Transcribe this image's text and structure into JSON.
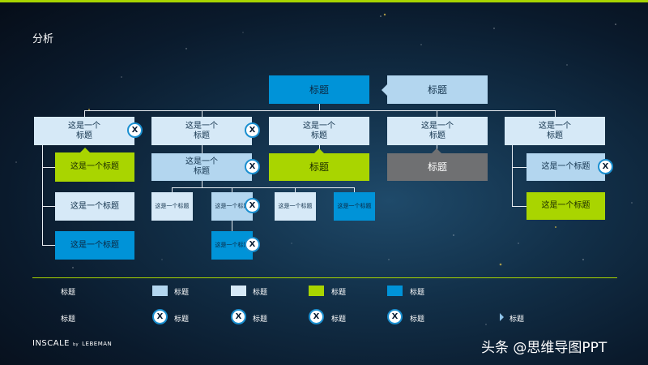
{
  "page": {
    "title": "分析"
  },
  "diagram": {
    "root": "标题",
    "callout": "标题",
    "level1": [
      "这是一个标题",
      "这是一个标题",
      "这是一个标题",
      "这是一个标题",
      "这是一个标题"
    ],
    "col1_children": [
      "这是一个标题",
      "这是一个标题",
      "这是一个标题"
    ],
    "col2_child": "这是一个标题",
    "col2_grandchildren": [
      "这是一个标题",
      "这是一个标题",
      "这是一个标题",
      "这是一个标题"
    ],
    "col2_great": "这是一个标题",
    "col3_child": "标题",
    "col4_child": "标题",
    "col5_children": [
      "这是一个标题",
      "这是一个标题"
    ],
    "badge": "X"
  },
  "legend": {
    "row1": {
      "label": "标题",
      "items": [
        "标题",
        "标题",
        "标题",
        "标题"
      ]
    },
    "row2": {
      "label": "标题",
      "items": [
        "标题",
        "标题",
        "标题",
        "标题"
      ],
      "last": "标题"
    },
    "colors": {
      "light_blue": "#b3d6ef",
      "pale": "#d6e9f7",
      "green": "#a9d500",
      "blue": "#0093d8",
      "grey": "#6f7072"
    }
  },
  "footer": {
    "brand": "INSCALE",
    "by": "by",
    "partner": "LEBEMAN"
  },
  "watermark": "头条 @思维导图PPT"
}
